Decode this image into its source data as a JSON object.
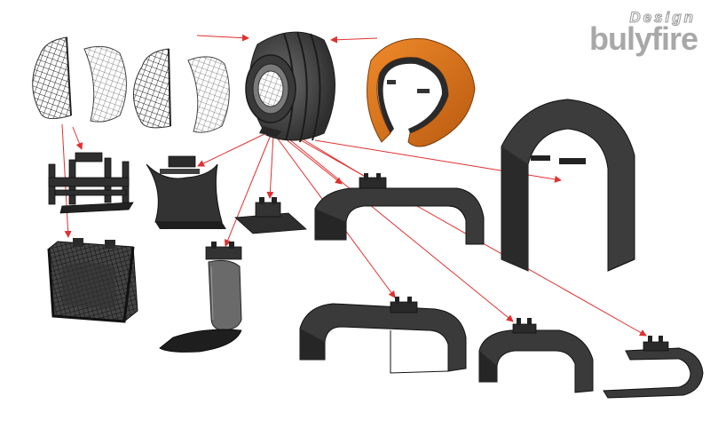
{
  "brand": {
    "tagline": "Design",
    "name": "bulyfire",
    "color": "#a8a8a8"
  },
  "colors": {
    "part": "#3a3a3a",
    "part_dark": "#262626",
    "part_light": "#555555",
    "accent": "#d9731a",
    "arrow": "#e03030",
    "background": "#ffffff"
  },
  "components": [
    "fireplace-core",
    "orange-surround",
    "mesh-screen-1",
    "mesh-screen-2",
    "mesh-screen-3",
    "mesh-screen-4",
    "leg-frame-stand",
    "mesh-basket-stand",
    "saddle-stand",
    "flat-plate-mount",
    "pedestal-stand",
    "bench-stand-top",
    "bench-stand-bottom",
    "small-arch-stand",
    "c-shape-stand",
    "tall-arch-stand"
  ]
}
